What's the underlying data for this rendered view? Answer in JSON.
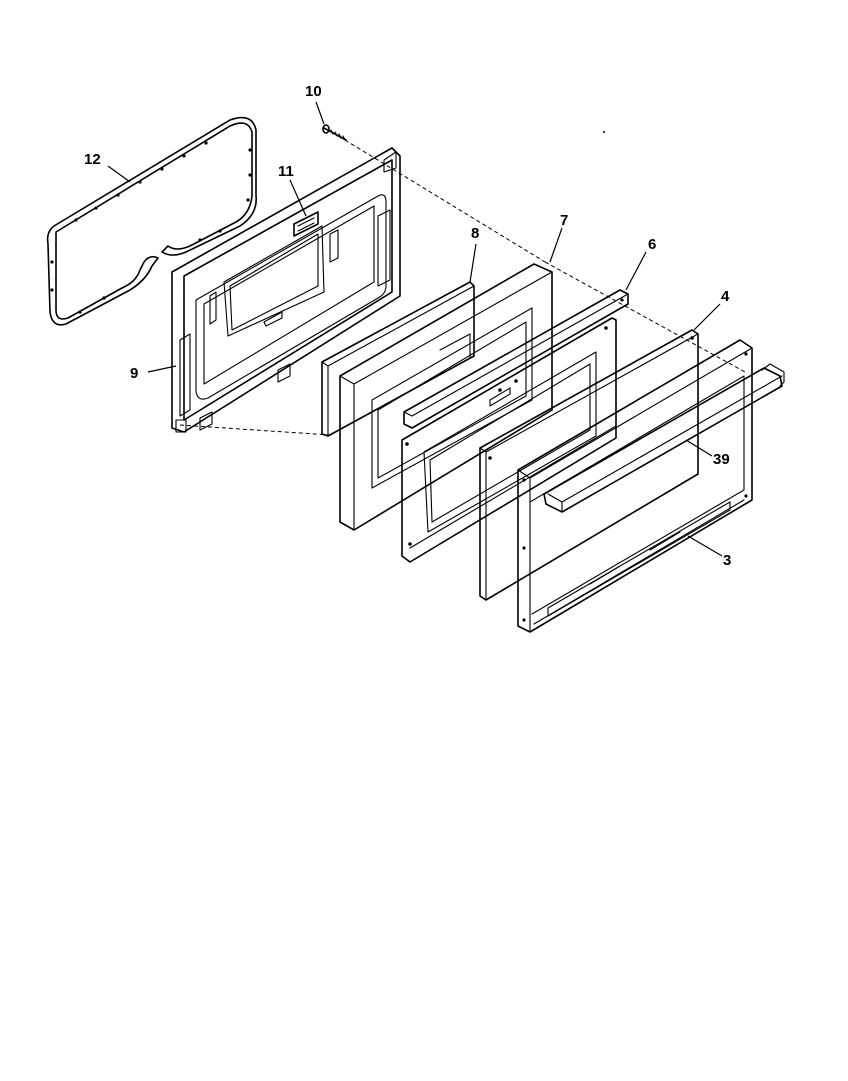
{
  "header": {
    "left_text": "",
    "right_text": ""
  },
  "callouts": [
    {
      "id": "10",
      "label": "10"
    },
    {
      "id": "12",
      "label": "12"
    },
    {
      "id": "11",
      "label": "11"
    },
    {
      "id": "8",
      "label": "8"
    },
    {
      "id": "7",
      "label": "7"
    },
    {
      "id": "6",
      "label": "6"
    },
    {
      "id": "4",
      "label": "4"
    },
    {
      "id": "9",
      "label": "9"
    },
    {
      "id": "39",
      "label": "39"
    },
    {
      "id": "3",
      "label": "3"
    }
  ]
}
